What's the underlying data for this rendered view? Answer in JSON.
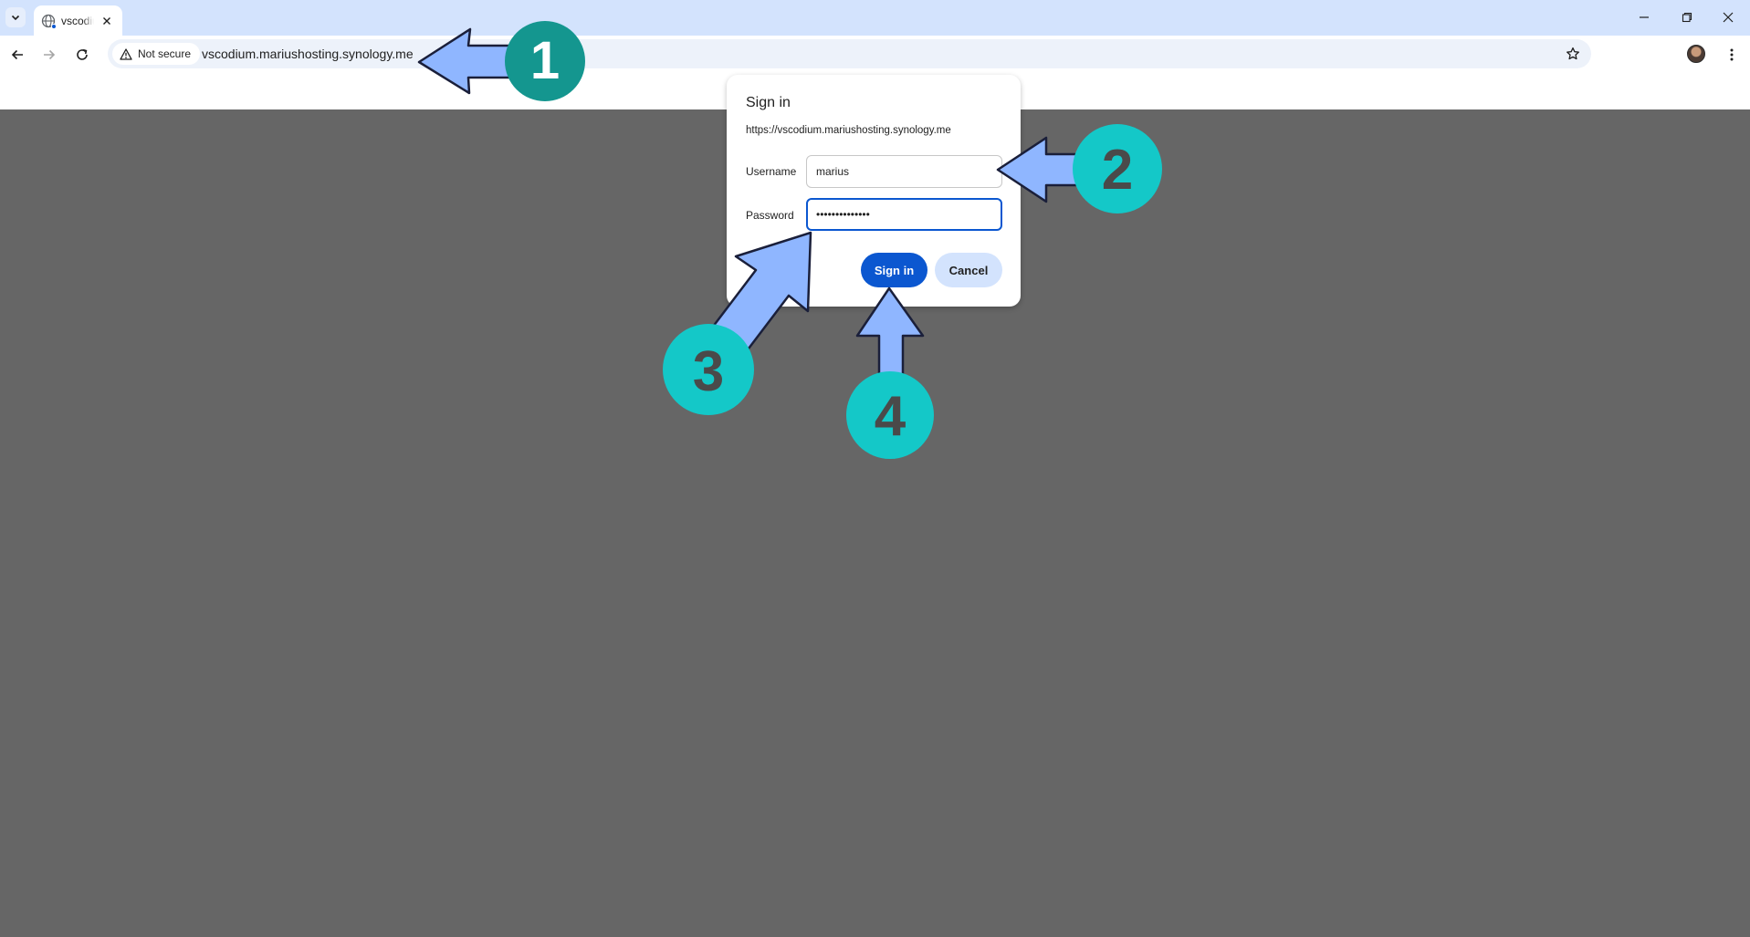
{
  "tab": {
    "title": "vscodium.mariushosting.synology.me"
  },
  "toolbar": {
    "security_label": "Not secure",
    "url": "vscodium.mariushosting.synology.me"
  },
  "dialog": {
    "title": "Sign in",
    "origin": "https://vscodium.mariushosting.synology.me",
    "username_label": "Username",
    "username_value": "marius",
    "password_label": "Password",
    "password_value": "••••••••••••••",
    "signin_label": "Sign in",
    "cancel_label": "Cancel"
  },
  "annotations": {
    "badges": [
      "1",
      "2",
      "3",
      "4"
    ],
    "colors": {
      "badge": "#14c8c8",
      "badge_1": "#14968f",
      "badge_text": "#4a4a4a",
      "arrow": "#8fb6ff",
      "arrow_stroke": "#1a1f3a"
    }
  },
  "colors": {
    "accent": "#0b57d0",
    "tabstrip": "#d3e3fd",
    "omnibox": "#edf2fa",
    "backdrop": "#666666"
  }
}
